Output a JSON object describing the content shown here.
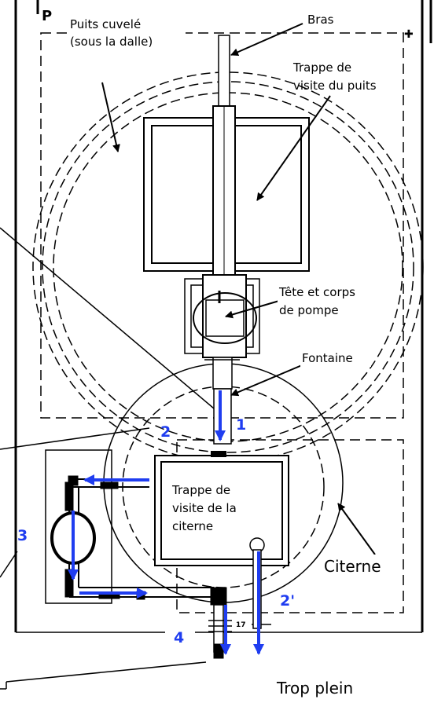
{
  "labels": {
    "bras": "Bras",
    "puits_line1": "Puits cuvelé",
    "puits_line2": "(sous la dalle)",
    "trappe_puits_line1": "Trappe de",
    "trappe_puits_line2": "visite du puits",
    "tete_line1": "Tête et corps",
    "tete_line2": "de pompe",
    "fontaine": "Fontaine",
    "trappe_citerne_line1": "Trappe de",
    "trappe_citerne_line2": "visite de la",
    "trappe_citerne_line3": "citerne",
    "citerne": "Citerne",
    "trop_plein": "Trop plein",
    "plan_letter": "P",
    "measure_17": "17",
    "corner_mark": "✚"
  },
  "flow_steps": {
    "step_1": "1",
    "step_2": "2",
    "step_2_prime": "2'",
    "step_3": "3",
    "step_4": "4"
  },
  "colors": {
    "line": "#000000",
    "flow_arrow": "#1f3df0",
    "background": "#ffffff"
  }
}
